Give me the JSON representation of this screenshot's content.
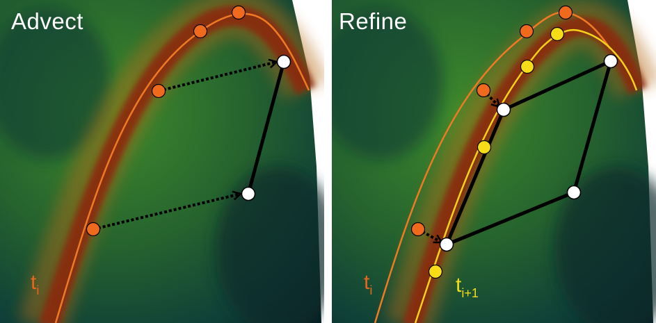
{
  "panels": [
    {
      "id": "advect",
      "title": "Advect"
    },
    {
      "id": "refine",
      "title": "Refine"
    }
  ],
  "labels": {
    "t_base": "t",
    "t_i_sub": "i",
    "t_i1_sub": "i+1"
  },
  "colors": {
    "background_dark": "#0c2f31",
    "background_green": "#2a6a2a",
    "ridge_core": "#8a2a08",
    "orange_curve": "#f07a24",
    "yellow_curve": "#f5d21a",
    "orange_point": "#f06a1e",
    "yellow_point": "#f7dc18",
    "white_point": "#ffffff",
    "edge": "#000000"
  },
  "icons": {
    "orange_point": "filled-orange-circle",
    "yellow_point": "filled-yellow-circle",
    "white_point": "filled-white-circle",
    "arrow": "dotted-arrow"
  }
}
